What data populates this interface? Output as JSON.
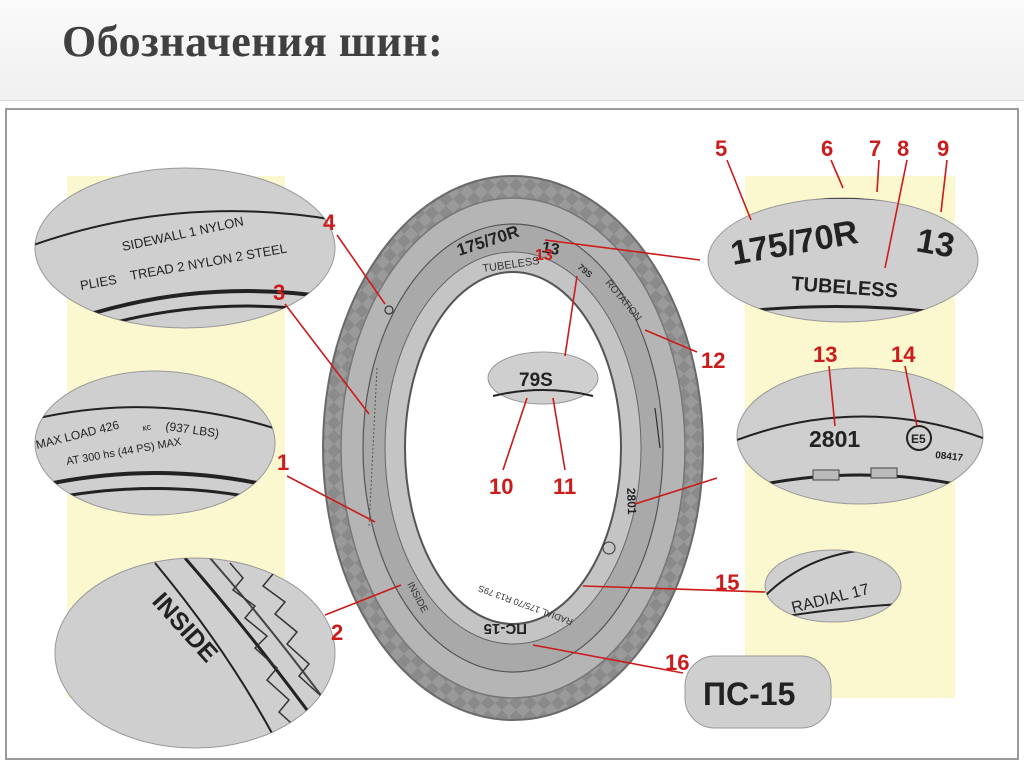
{
  "slide": {
    "title": "Обозначения шин:"
  },
  "tire": {
    "size": "175/70R",
    "rim": "13",
    "tubeless": "TUBELESS",
    "speed_code": "79S",
    "rotation": "ROTATION",
    "date": "2801",
    "model": "ПС-15",
    "radial_line": "RADIAL 175/70 R13 79S",
    "inside": "INSIDE"
  },
  "insets": {
    "plies": {
      "line1": "SIDEWALL 1 NYLON",
      "line2_a": "PLIES",
      "line2_b": "TREAD 2 NYLON 2 STEEL"
    },
    "max_load": {
      "line1": "MAX LOAD 426",
      "unit": "кс",
      "line1_b": "(937 LBS)",
      "line2": "AT 300 hs (44 PS) MAX"
    },
    "inside": {
      "text": "INSIDE"
    },
    "size": {
      "size": "175/70R",
      "rim": "13",
      "tubeless": "TUBELESS"
    },
    "speed": {
      "text": "79S"
    },
    "date": {
      "date": "2801",
      "emark": "E5",
      "approval": "08417"
    },
    "radial": {
      "text": "RADIAL 17"
    },
    "model": {
      "text": "ПС-15"
    }
  },
  "callouts": {
    "n1": "1",
    "n2": "2",
    "n3": "3",
    "n4": "4",
    "n5": "5",
    "n6": "6",
    "n7": "7",
    "n8": "8",
    "n9": "9",
    "n10": "10",
    "n11": "11",
    "n12": "12",
    "n13a": "13",
    "n13b": "13",
    "n14": "14",
    "n15": "15",
    "n16": "16"
  },
  "colors": {
    "callout": "#cc1b1b",
    "inset_fill": "#c9c9c9",
    "tire_fill": "#a8a8a8",
    "background_band": "#fbf7cf"
  }
}
